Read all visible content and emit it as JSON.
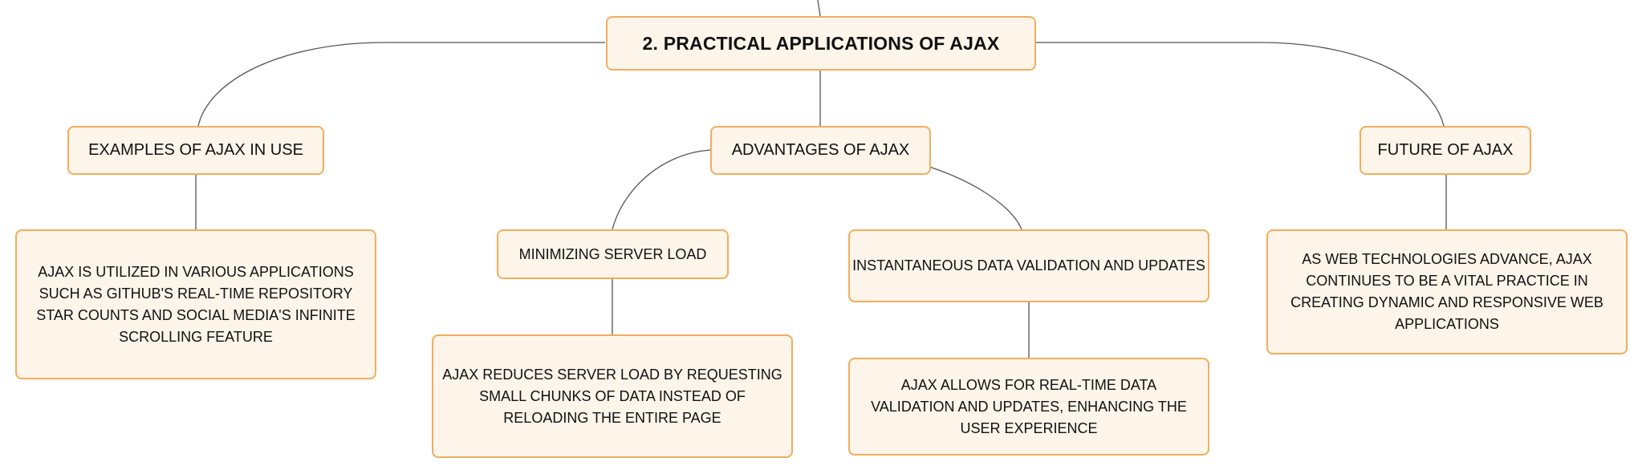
{
  "mindmap": {
    "root": {
      "label": "2. PRACTICAL APPLICATIONS OF AJAX"
    },
    "examples": {
      "label": "EXAMPLES OF AJAX IN USE",
      "detail": "AJAX IS UTILIZED IN VARIOUS APPLICATIONS SUCH AS GITHUB'S REAL-TIME REPOSITORY STAR COUNTS AND SOCIAL MEDIA'S INFINITE SCROLLING FEATURE"
    },
    "advantages": {
      "label": "ADVANTAGES OF AJAX",
      "server_load": {
        "label": "MINIMIZING SERVER LOAD",
        "detail": "AJAX REDUCES SERVER LOAD BY REQUESTING SMALL CHUNKS OF DATA INSTEAD OF RELOADING THE ENTIRE PAGE"
      },
      "validation": {
        "label": "INSTANTANEOUS DATA VALIDATION AND UPDATES",
        "detail": "AJAX ALLOWS FOR REAL-TIME DATA VALIDATION AND UPDATES, ENHANCING THE USER EXPERIENCE"
      }
    },
    "future": {
      "label": "FUTURE OF AJAX",
      "detail": "AS WEB TECHNOLOGIES ADVANCE, AJAX CONTINUES TO BE A VITAL PRACTICE IN CREATING DYNAMIC AND RESPONSIVE WEB APPLICATIONS"
    }
  },
  "colors": {
    "node_fill": "#fdf4ea",
    "node_border": "#f2ae5c",
    "connector": "#555555",
    "text": "#111111"
  }
}
